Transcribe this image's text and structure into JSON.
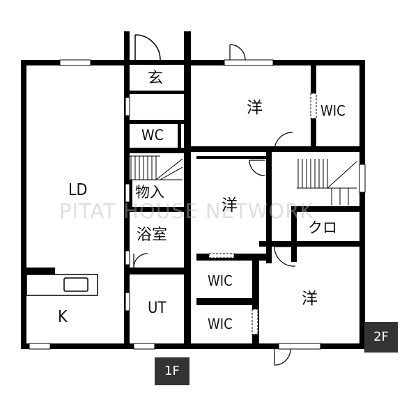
{
  "floors": {
    "first_floor": {
      "label": "1F",
      "rooms": {
        "ld": "LD",
        "kitchen": "K",
        "entrance": "玄",
        "toilet": "WC",
        "storage": "物入",
        "bathroom": "浴室",
        "utility": "UT"
      }
    },
    "second_floor": {
      "label": "2F",
      "rooms": {
        "western_top": "洋",
        "wic_top": "WIC",
        "western_middle": "洋",
        "closet": "クロ",
        "wic_middle": "WIC",
        "wic_bottom": "WIC",
        "western_bottom": "洋"
      }
    }
  },
  "watermark": "PITAT HOUSE NETWORK",
  "colors": {
    "wall": "#000000",
    "badge": "#333333",
    "badge_text": "#ffffff"
  }
}
